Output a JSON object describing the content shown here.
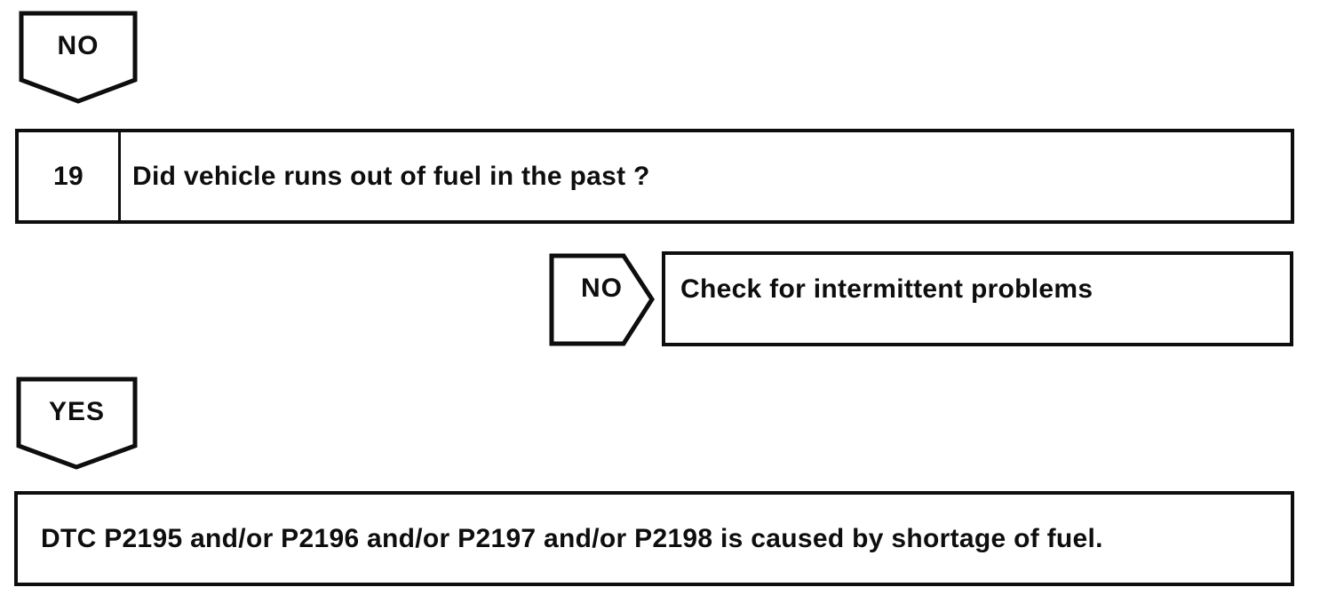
{
  "page": {
    "background_color": "#ffffff",
    "ink_color": "#0e0e0e"
  },
  "flowchart": {
    "entry_connector": {
      "label": "NO"
    },
    "step": {
      "number": "19",
      "question": "Did vehicle runs out of fuel in the past ?"
    },
    "no_branch": {
      "connector_label": "NO",
      "action": "Check for intermittent problems"
    },
    "yes_branch": {
      "connector_label": "YES",
      "result": "DTC P2195 and/or P2196 and/or P2197 and/or P2198 is caused by shortage of fuel."
    }
  }
}
